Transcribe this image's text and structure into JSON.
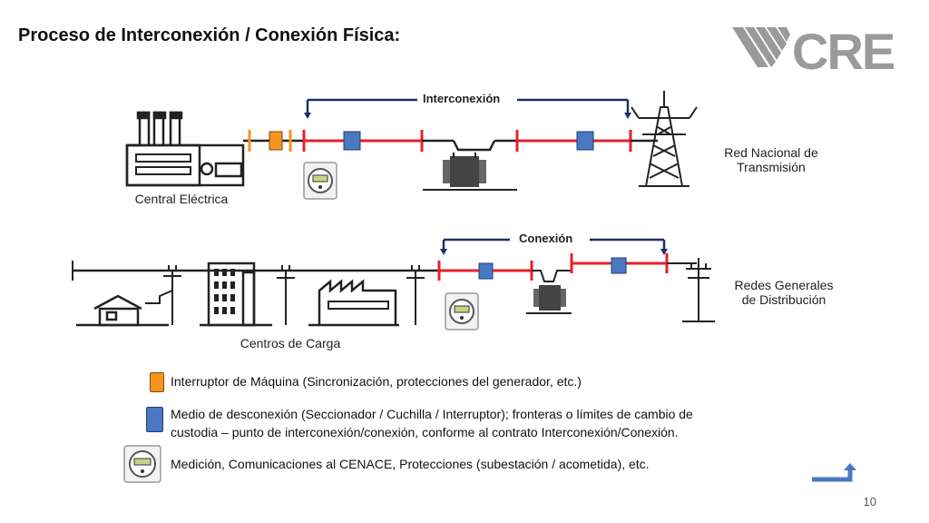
{
  "title": "Proceso de Interconexión / Conexión Física:",
  "logo_text": "CRE",
  "diagram": {
    "top": {
      "source_label": "Central Eléctrica",
      "destination_label": "Red Nacional de Transmisión",
      "span_label": "Interconexión"
    },
    "bottom": {
      "source_label": "Centros de Carga",
      "destination_label": "Redes Generales de Distribución",
      "span_label": "Conexión"
    }
  },
  "legend": [
    {
      "symbol": "orange-switch",
      "color": "#f7941d",
      "text": "Interruptor de Máquina (Sincronización, protecciones del generador, etc.)"
    },
    {
      "symbol": "blue-switch",
      "color": "#4a79c2",
      "text": "Medio de desconexión (Seccionador / Cuchilla / Interruptor); fronteras o límites de cambio de custodia – punto de interconexión/conexión, conforme al contrato Interconexión/Conexión."
    },
    {
      "symbol": "meter-icon",
      "text": "Medición, Comunicaciones al CENACE, Protecciones (subestación / acometida), etc."
    }
  ],
  "colors": {
    "line_red": "#e8202a",
    "arrow_navy": "#1f2f66",
    "orange": "#f7941d",
    "blue": "#4a79c2"
  },
  "page_number": "10"
}
